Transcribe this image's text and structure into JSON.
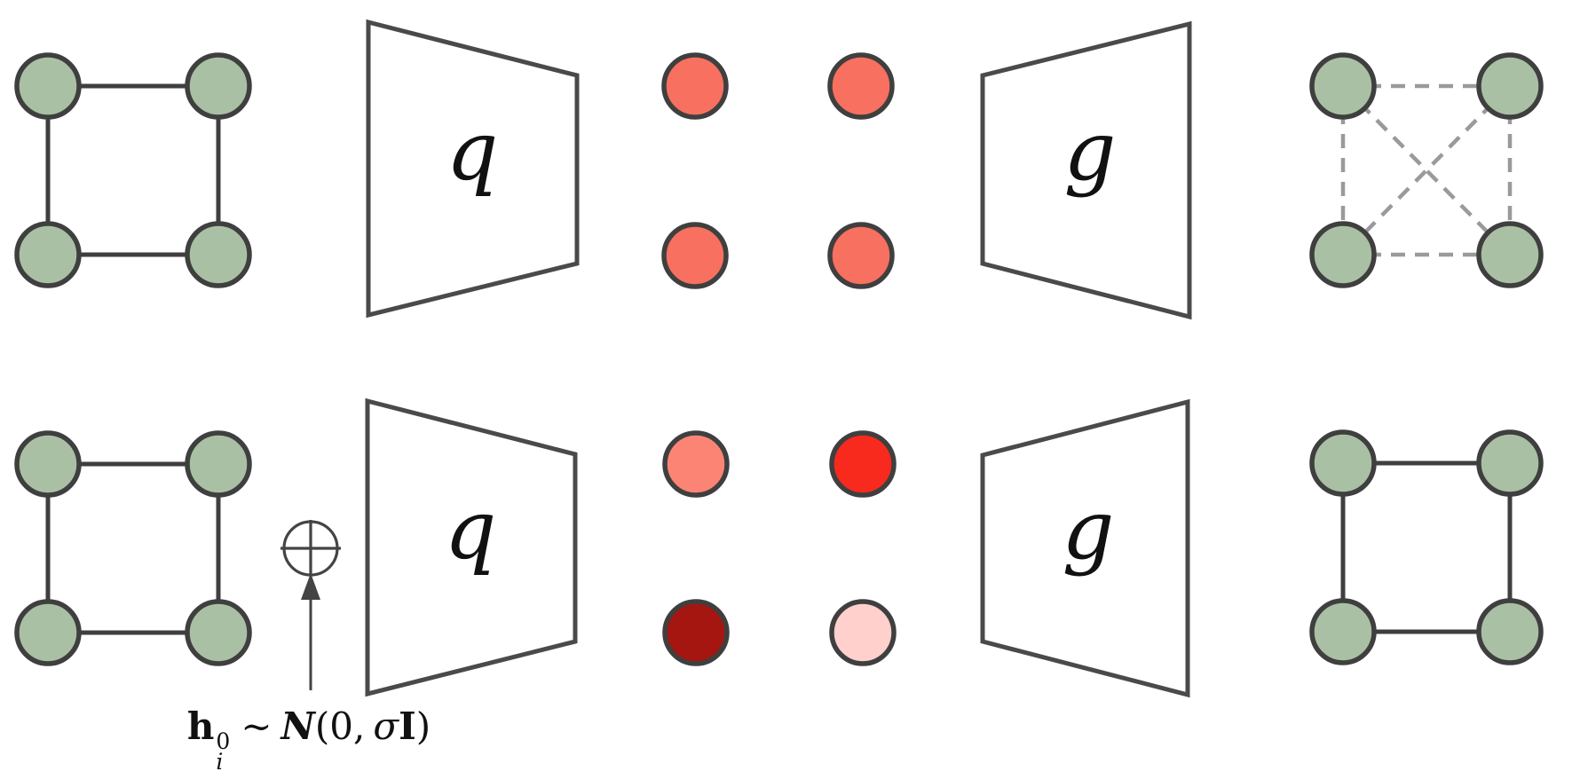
{
  "figure": {
    "rows": [
      {
        "input_graph": {
          "node_count": 4,
          "shape": "square-cycle",
          "edge_style": "solid"
        },
        "encoder_label": "q",
        "latent_node_count": 4,
        "decoder_label": "g",
        "output_graph": {
          "node_count": 4,
          "shape": "square-with-both-diagonals",
          "edge_style": "dashed"
        }
      },
      {
        "input_graph": {
          "node_count": 4,
          "shape": "square-cycle",
          "edge_style": "solid"
        },
        "noise_symbol": "⊕",
        "noise_formula_plain": "h_i^0 ∼ N(0, σI)",
        "encoder_label": "q",
        "latent_node_count": 4,
        "decoder_label": "g",
        "output_graph": {
          "node_count": 4,
          "shape": "square-cycle",
          "edge_style": "solid"
        }
      }
    ]
  },
  "labels": {
    "encoder": "q",
    "decoder": "g"
  },
  "formula": {
    "h": "h",
    "sup": "0",
    "sub": "i",
    "tilde": "∼",
    "dist": "N",
    "open": "(0,",
    "sigma": "σ",
    "identity": "I",
    "close": ")"
  },
  "symbols": {
    "oplus": "⊕"
  },
  "colors": {
    "background": "#ffffff",
    "node_green": "#aac0a4",
    "node_border": "#3f3f3f",
    "edge_solid": "#3f3f3f",
    "edge_dashed": "#9a9a9a",
    "trapezoid_stroke": "#4a4a4a",
    "latent_top": "#f8705f",
    "latent_bottom_tl": "#fc8475",
    "latent_bottom_tr": "#f82a1e",
    "latent_bottom_bl": "#a51611",
    "latent_bottom_br": "#ffd0cc"
  }
}
